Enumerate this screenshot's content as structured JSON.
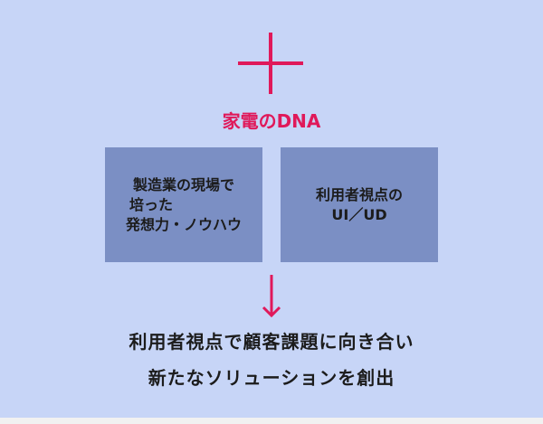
{
  "accent_color": "#e0195a",
  "plus_icon": "plus-icon",
  "heading": "家電のDNA",
  "boxes": {
    "left": {
      "lines": [
        "製造業の現場で",
        "培った",
        "発想力・ノウハウ"
      ]
    },
    "right": {
      "lines": [
        "利用者視点の",
        "UI／UD"
      ]
    }
  },
  "arrow_icon": "arrow-down-icon",
  "result": {
    "lines": [
      "利用者視点で顧客課題に向き合い",
      "新たなソリューションを創出"
    ]
  }
}
